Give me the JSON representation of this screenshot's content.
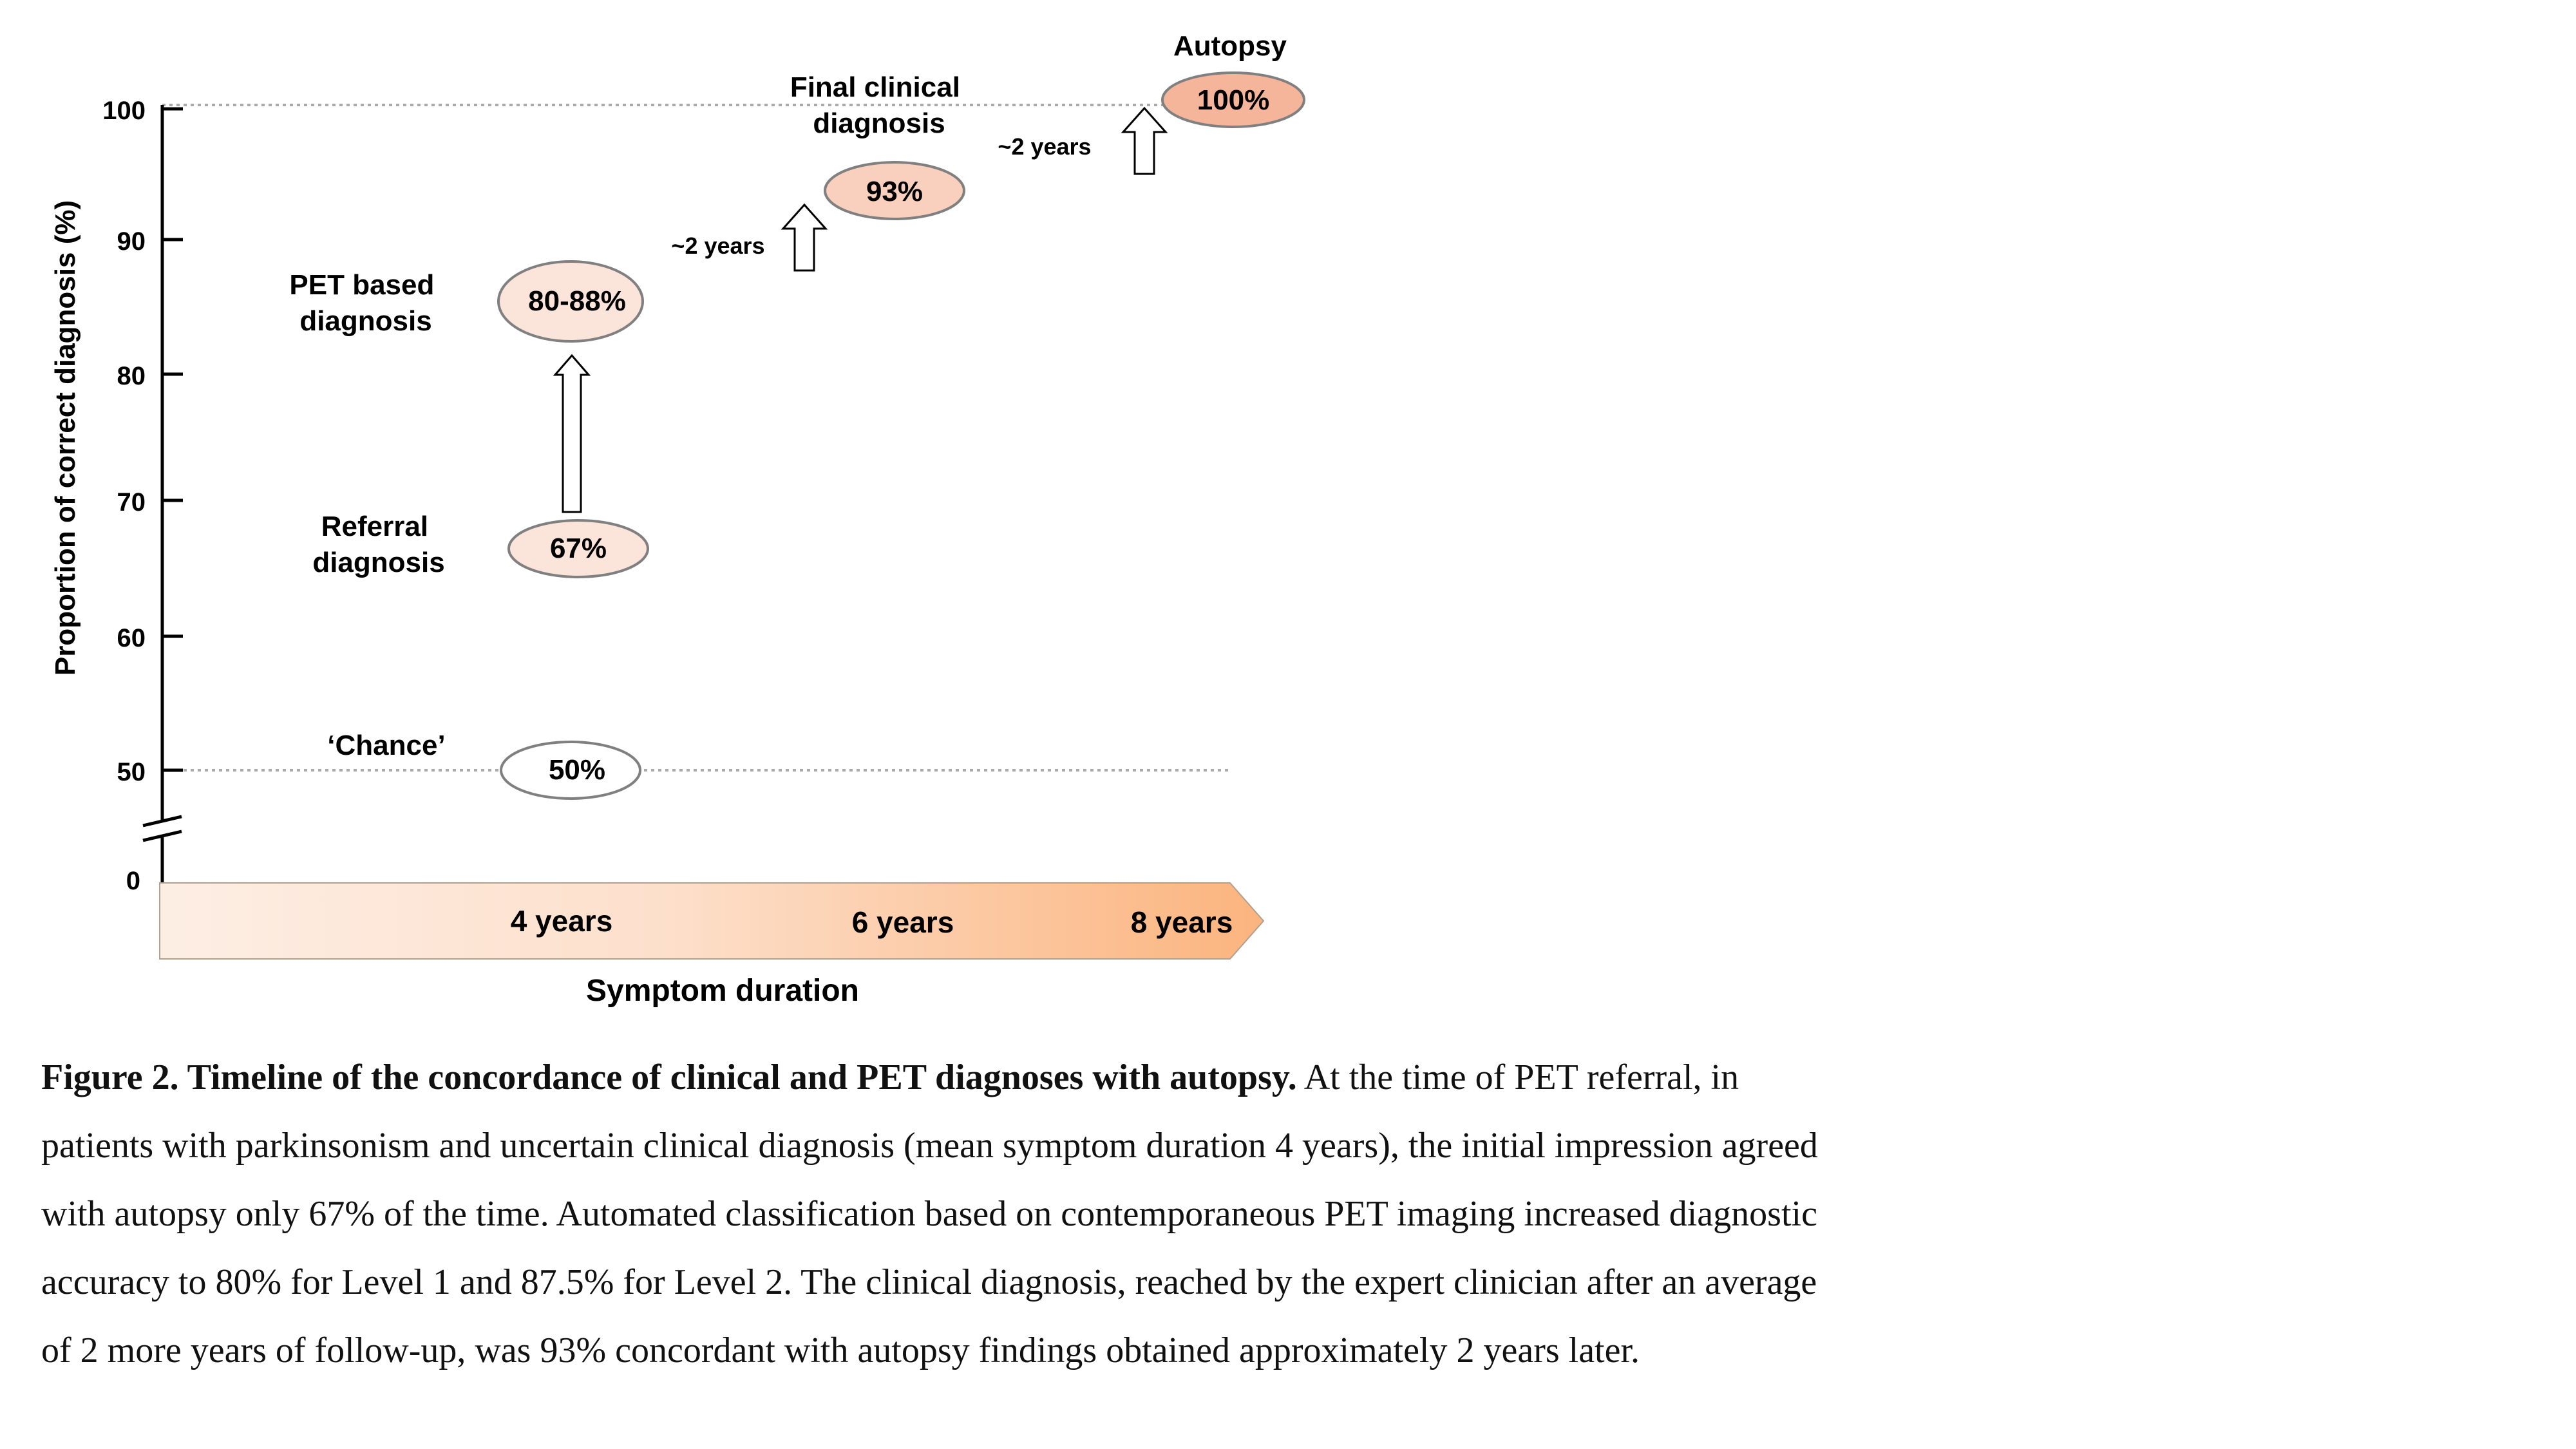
{
  "chart_data": {
    "type": "scatter",
    "ylabel": "Proportion of correct diagnosis (%)",
    "xlabel": "Symptom duration",
    "yticks": [
      "100",
      "90",
      "80",
      "70",
      "60",
      "50",
      "0"
    ],
    "ylim": [
      50,
      100
    ],
    "axis_break": true,
    "x_ticks": [
      "4 years",
      "6 years",
      "8 years"
    ],
    "points": [
      {
        "label": "‘Chance’",
        "value_text": "50%",
        "y": 50,
        "x_years": 4,
        "fill": "#ffffff"
      },
      {
        "label": "Referral diagnosis",
        "value_text": "67%",
        "y": 67,
        "x_years": 4,
        "fill": "#fbe4da"
      },
      {
        "label": "PET based diagnosis",
        "value_text": "80-88%",
        "y": 84,
        "y_range": [
          80,
          88
        ],
        "x_years": 4,
        "fill": "#fbe4da"
      },
      {
        "label": "Final clinical diagnosis",
        "value_text": "93%",
        "y": 93,
        "x_years": 6,
        "fill": "#f9d0bd"
      },
      {
        "label": "Autopsy",
        "value_text": "100%",
        "y": 100,
        "x_years": 8,
        "fill": "#f5b59a"
      }
    ],
    "interval_labels": [
      "~2 years",
      "~2 years"
    ],
    "reference_lines": [
      50,
      100
    ],
    "colors": {
      "bar_start": "#fdeee4",
      "bar_end": "#fbb47e",
      "ellipse_stroke": "#808080",
      "gridline": "#aaaaaa"
    }
  },
  "caption": {
    "title": "Figure 2. Timeline of the concordance of clinical and PET diagnoses with autopsy.",
    "body": " At the time of PET referral, in patients with parkinsonism and uncertain clinical diagnosis (mean symptom duration 4 years), the initial impression agreed with autopsy only 67% of the time. Automated classification based on contemporaneous PET imaging increased diagnostic accuracy to 80% for Level 1 and 87.5% for Level 2. The clinical diagnosis, reached by the expert clinician after an average of 2 more years of follow-up, was 93% concordant with autopsy findings obtained approximately 2 years later."
  }
}
